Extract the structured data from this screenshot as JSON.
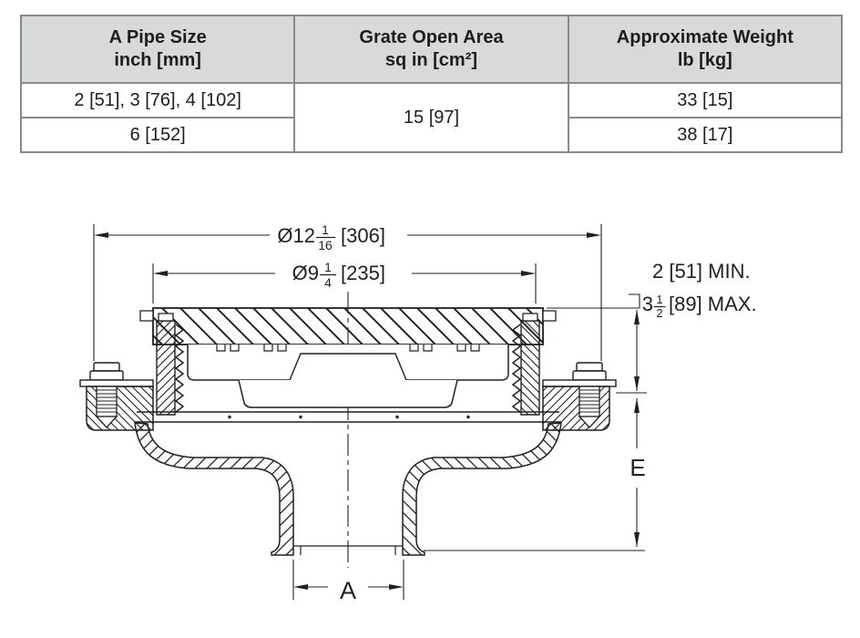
{
  "colors": {
    "line": "#231f20",
    "table_border": "#8a8a8a",
    "table_header_bg": "#d8d9d9",
    "text": "#1d1d1d"
  },
  "table": {
    "headers": [
      {
        "line1": "A Pipe Size",
        "line2": "inch [mm]"
      },
      {
        "line1": "Grate Open Area",
        "line2": "sq in [cm²]"
      },
      {
        "line1": "Approximate Weight",
        "line2": "lb [kg]"
      }
    ],
    "pipe_sizes": [
      "2 [51], 3 [76], 4 [102]",
      "6 [152]"
    ],
    "grate_open_area": "15 [97]",
    "weights": [
      "33 [15]",
      "38 [17]"
    ]
  },
  "drawing": {
    "dim_outer": {
      "prefix": "Ø12",
      "num": "1",
      "den": "16",
      "suffix": "[306]"
    },
    "dim_grate": {
      "prefix": "Ø9",
      "num": "1",
      "den": "4",
      "suffix": "[235]"
    },
    "min_label": "2 [51] MIN.",
    "max_label": {
      "prefix": "3",
      "num": "1",
      "den": "2",
      "suffix": "[89] MAX."
    },
    "height_label": "E",
    "outlet_label": "A"
  }
}
